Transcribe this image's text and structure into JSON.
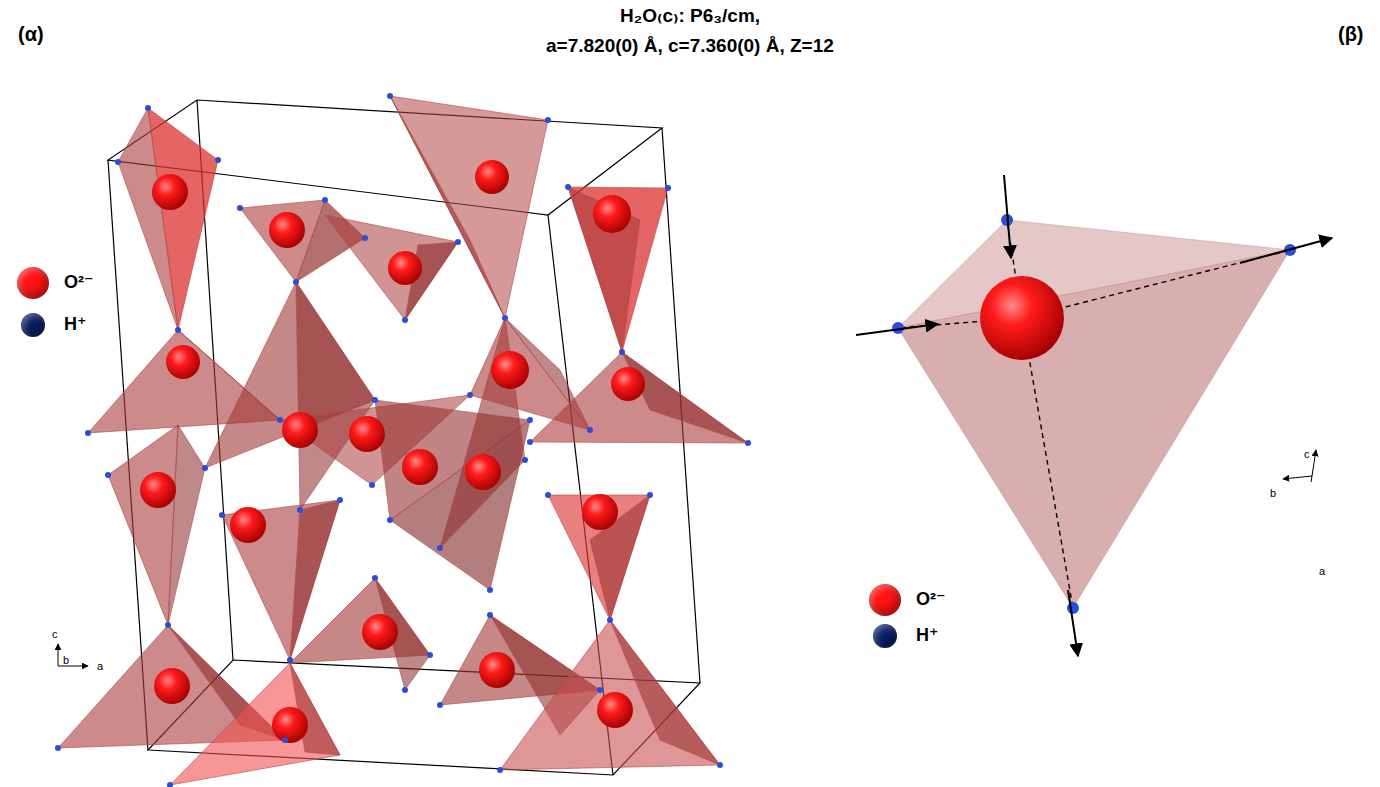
{
  "diagram": {
    "title": "H₂O₍c₎: P6₃/cm,",
    "labels": [
      "a=7.820(0) Å, c=7.360(0) Å, Z=12",
      "(α)",
      "(β)",
      "c",
      "b",
      "a",
      "c",
      "b",
      "a"
    ],
    "legend": [
      {
        "text": "O²⁻",
        "color": "#ff1414"
      },
      {
        "text": "H⁺",
        "color": "#0a1f66"
      },
      {
        "text": "O²⁻",
        "color": "#ff1414"
      },
      {
        "text": "H⁺",
        "color": "#0a1f66"
      }
    ]
  }
}
